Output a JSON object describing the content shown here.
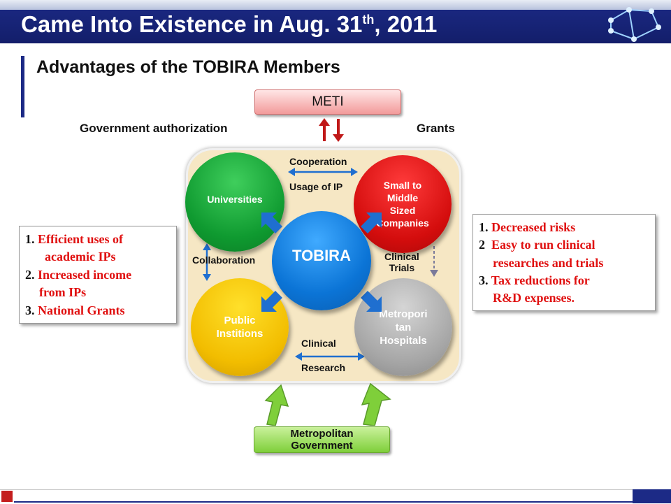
{
  "header": {
    "title_main": "Came Into Existence in Aug. 31",
    "title_sup": "th",
    "title_end": ", 2011",
    "subtitle": "Advantages of the TOBIRA Members"
  },
  "diagram": {
    "meti": "METI",
    "gov_auth": "Government authorization",
    "grants": "Grants",
    "cooperation": "Cooperation",
    "usage_ip": "Usage of IP",
    "collaboration": "Collaboration",
    "clinical_trials": [
      "Clinical",
      "Trials"
    ],
    "clinical_research": [
      "Clinical",
      "Research"
    ],
    "universities": "Universities",
    "small_companies": [
      "Small to",
      "Middle",
      "Sized",
      "Companies"
    ],
    "public": [
      "Public",
      "Institions"
    ],
    "metro_hospitals": [
      "Metropori",
      "tan",
      "Hospitals"
    ],
    "tobira": "TOBIRA",
    "metro_gov": [
      "Metropolitan",
      "Government"
    ]
  },
  "left_box": {
    "items": [
      {
        "num": "1.",
        "text": "Efficient uses of"
      },
      {
        "num": "",
        "text": "academic IPs"
      },
      {
        "num": "2.",
        "text": "Increased income"
      },
      {
        "num": "",
        "text": "from IPs"
      },
      {
        "num": "3.",
        "text": "National Grants"
      }
    ]
  },
  "right_box": {
    "items": [
      {
        "num": "1.",
        "text": "Decreased risks"
      },
      {
        "num": "2",
        "text": "Easy to run clinical"
      },
      {
        "num": "",
        "text": "researches and trials"
      },
      {
        "num": "3.",
        "text": "Tax reductions for"
      },
      {
        "num": "",
        "text": "R&D expenses."
      }
    ]
  },
  "colors": {
    "header": "#1c2a86",
    "red_text": "#e01010",
    "green": "#0f9a30",
    "red": "#d40d0d",
    "yellow": "#f2bd00",
    "gray": "#a6a6a6",
    "blue": "#0b74d6",
    "arrow_blue": "#1f6fd0",
    "arrow_red": "#c01818",
    "arrow_green": "#7fcf3a"
  }
}
